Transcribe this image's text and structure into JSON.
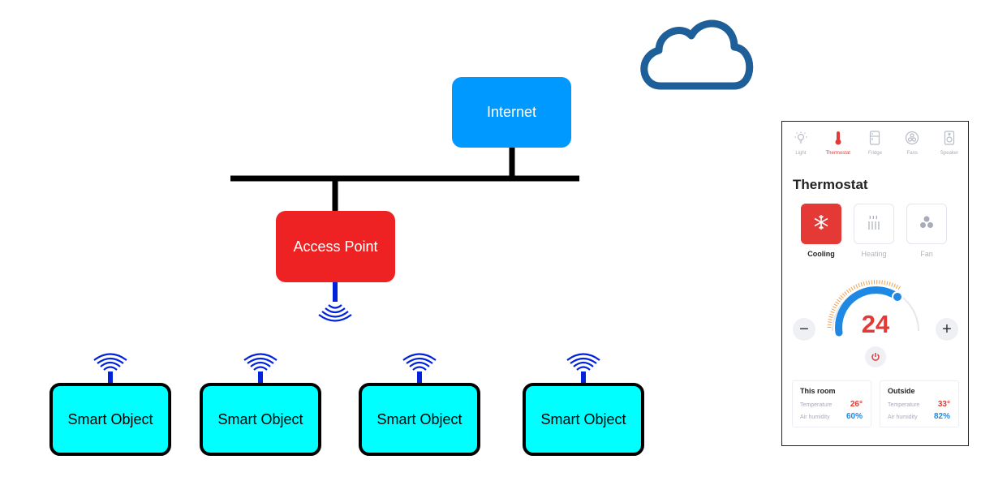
{
  "diagram": {
    "internet_label": "Internet",
    "access_point_label": "Access Point",
    "smart_objects": [
      "Smart Object",
      "Smart Object",
      "Smart Object",
      "Smart Object"
    ]
  },
  "icons": {
    "cloud": "cloud-icon",
    "wifi": "wifi-icon"
  },
  "colors": {
    "internet": "#0099ff",
    "access_point": "#ee2222",
    "smart_object": "#00ffff",
    "wireless": "#0022dd",
    "cloud": "#1e5f99",
    "accent_red": "#e53935",
    "accent_blue": "#1e88e5"
  },
  "thermostat_app": {
    "tabs": [
      {
        "label": "Light",
        "icon": "bulb-icon"
      },
      {
        "label": "Thermostat",
        "icon": "thermometer-icon"
      },
      {
        "label": "Fridge",
        "icon": "fridge-icon"
      },
      {
        "label": "Fans",
        "icon": "fan-icon"
      },
      {
        "label": "Speaker",
        "icon": "speaker-icon"
      }
    ],
    "title": "Thermostat",
    "modes": [
      {
        "label": "Cooling",
        "icon": "snowflake-icon",
        "selected": true
      },
      {
        "label": "Heating",
        "icon": "heater-icon",
        "selected": false
      },
      {
        "label": "Fan",
        "icon": "fan-icon",
        "selected": false
      }
    ],
    "temperature": "24",
    "decrease_label": "−",
    "increase_label": "+",
    "this_room": {
      "title": "This room",
      "temperature_label": "Temperature",
      "temperature": "26°",
      "humidity_label": "Air humidity",
      "humidity": "60%"
    },
    "outside": {
      "title": "Outside",
      "temperature_label": "Temperature",
      "temperature": "33°",
      "humidity_label": "Air humidity",
      "humidity": "82%"
    }
  }
}
